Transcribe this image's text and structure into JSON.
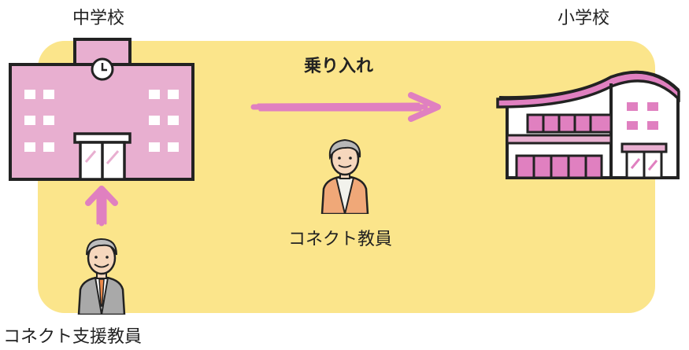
{
  "schools": {
    "junior_high_label": "中学校",
    "elementary_label": "小学校"
  },
  "flow": {
    "crossover_label": "乗り入れ"
  },
  "people": {
    "connect_teacher_label": "コネクト教員",
    "support_teacher_label": "コネクト支援教員"
  },
  "colors": {
    "panel": "#fbe58b",
    "building_pink": "#e8afd0",
    "accent_pink": "#e080c0",
    "outline": "#222222"
  }
}
